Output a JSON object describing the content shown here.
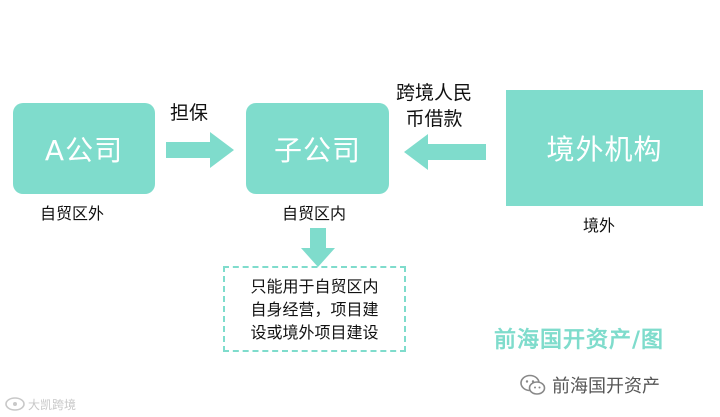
{
  "nodes": {
    "a_company": {
      "label": "A公司",
      "caption": "自贸区外"
    },
    "subsidiary": {
      "label": "子公司",
      "caption": "自贸区内"
    },
    "overseas": {
      "label": "境外机构",
      "caption": "境外"
    }
  },
  "edges": {
    "guarantee": "担保",
    "loan": [
      "跨境人民",
      "币借款"
    ]
  },
  "note": [
    "只能用于自贸区内",
    "自身经营，项目建",
    "设或境外项目建设"
  ],
  "watermark": "前海国开资产/图",
  "wechat_account": "前海国开资产",
  "corner_mark": "大凯跨境",
  "colors": {
    "accent": "#7fdccc"
  }
}
